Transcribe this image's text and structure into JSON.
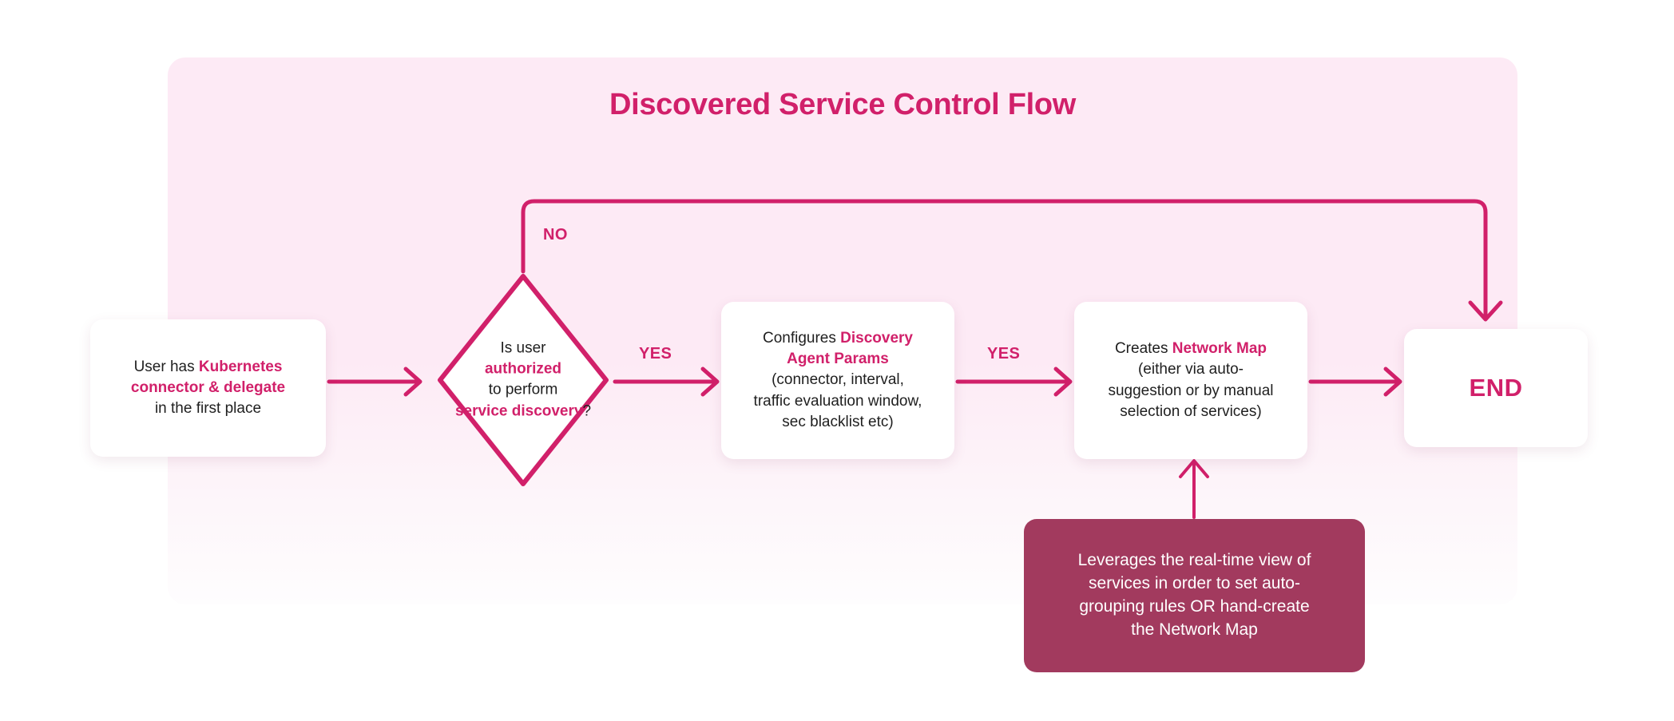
{
  "diagram": {
    "title": "Discovered Service Control Flow",
    "accent_color": "#d1206a",
    "panel_color": "#fdeaf5",
    "note_color": "#a23a5e",
    "node_color": "#ffffff",
    "text_color": "#1f1f1f"
  },
  "nodes": {
    "start": {
      "type": "process",
      "line1_plain": "User has ",
      "line1_em": "Kubernetes",
      "line2_em": "connector & delegate",
      "line3_plain": "in the first place"
    },
    "decision": {
      "type": "decision",
      "line1": "Is user",
      "line2_em": "authorized",
      "line3": "to perform",
      "line4_em": "service discovery",
      "line4_tail": "?"
    },
    "params": {
      "type": "process",
      "line1_plain": "Configures ",
      "line1_em": "Discovery",
      "line2_em": "Agent Params",
      "line3": "(connector, interval,",
      "line4": "traffic evaluation window,",
      "line5": "sec blacklist etc)"
    },
    "netmap": {
      "type": "process",
      "line1_plain": "Creates ",
      "line1_em": "Network Map",
      "line2": "(either via auto-",
      "line3": "suggestion or by manual",
      "line4": "selection of services)"
    },
    "end": {
      "type": "terminator",
      "label": "END"
    },
    "note": {
      "type": "annotation",
      "line1": "Leverages the real-time view of",
      "line2": "services in order to set auto-",
      "line3": "grouping rules OR hand-create",
      "line4": "the Network Map"
    }
  },
  "edges": {
    "start_to_decision": {
      "label": ""
    },
    "decision_yes_to_params": {
      "label": "YES"
    },
    "params_yes_to_netmap": {
      "label": "YES"
    },
    "netmap_to_end": {
      "label": ""
    },
    "decision_no_to_end": {
      "label": "NO"
    },
    "note_to_netmap": {
      "label": ""
    }
  }
}
